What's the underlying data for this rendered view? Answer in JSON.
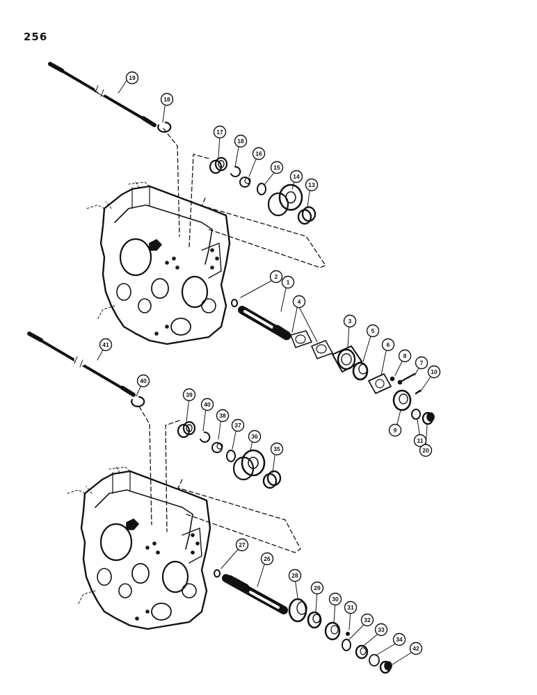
{
  "page": {
    "number": "256"
  },
  "callouts": {
    "c1": "1",
    "c2": "2",
    "c3": "3",
    "c4": "4",
    "c5": "5",
    "c6": "6",
    "c7": "7",
    "c8": "8",
    "c9": "9",
    "c10": "10",
    "c11": "11",
    "c13": "13",
    "c14": "14",
    "c15": "15",
    "c16": "16",
    "c17": "17",
    "c18a": "18",
    "c18b": "18",
    "c19": "19",
    "c20": "20",
    "c26": "26",
    "c27": "27",
    "c28": "28",
    "c29": "29",
    "c30": "30",
    "c31": "31",
    "c32": "32",
    "c33": "33",
    "c34": "34",
    "c35": "35",
    "c36": "36",
    "c37": "37",
    "c38": "38",
    "c39": "39",
    "c40a": "40",
    "c40b": "40",
    "c41": "41",
    "c42": "42"
  },
  "colors": {
    "ink": "#111111",
    "paper": "#ffffff"
  }
}
